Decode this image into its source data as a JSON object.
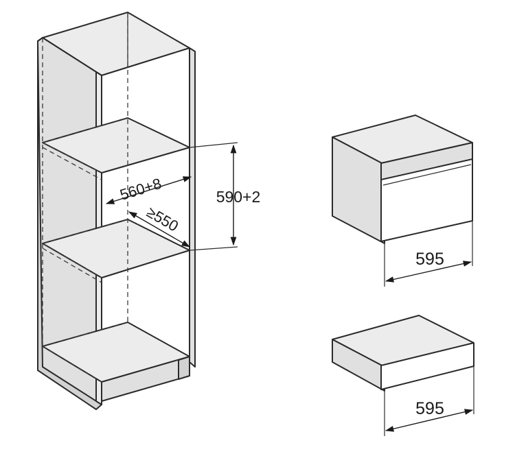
{
  "dimensions": {
    "niche_width": "560+8",
    "niche_depth": "≥550",
    "niche_height": "590+2",
    "appliance_width": "595",
    "drawer_width": "595"
  }
}
